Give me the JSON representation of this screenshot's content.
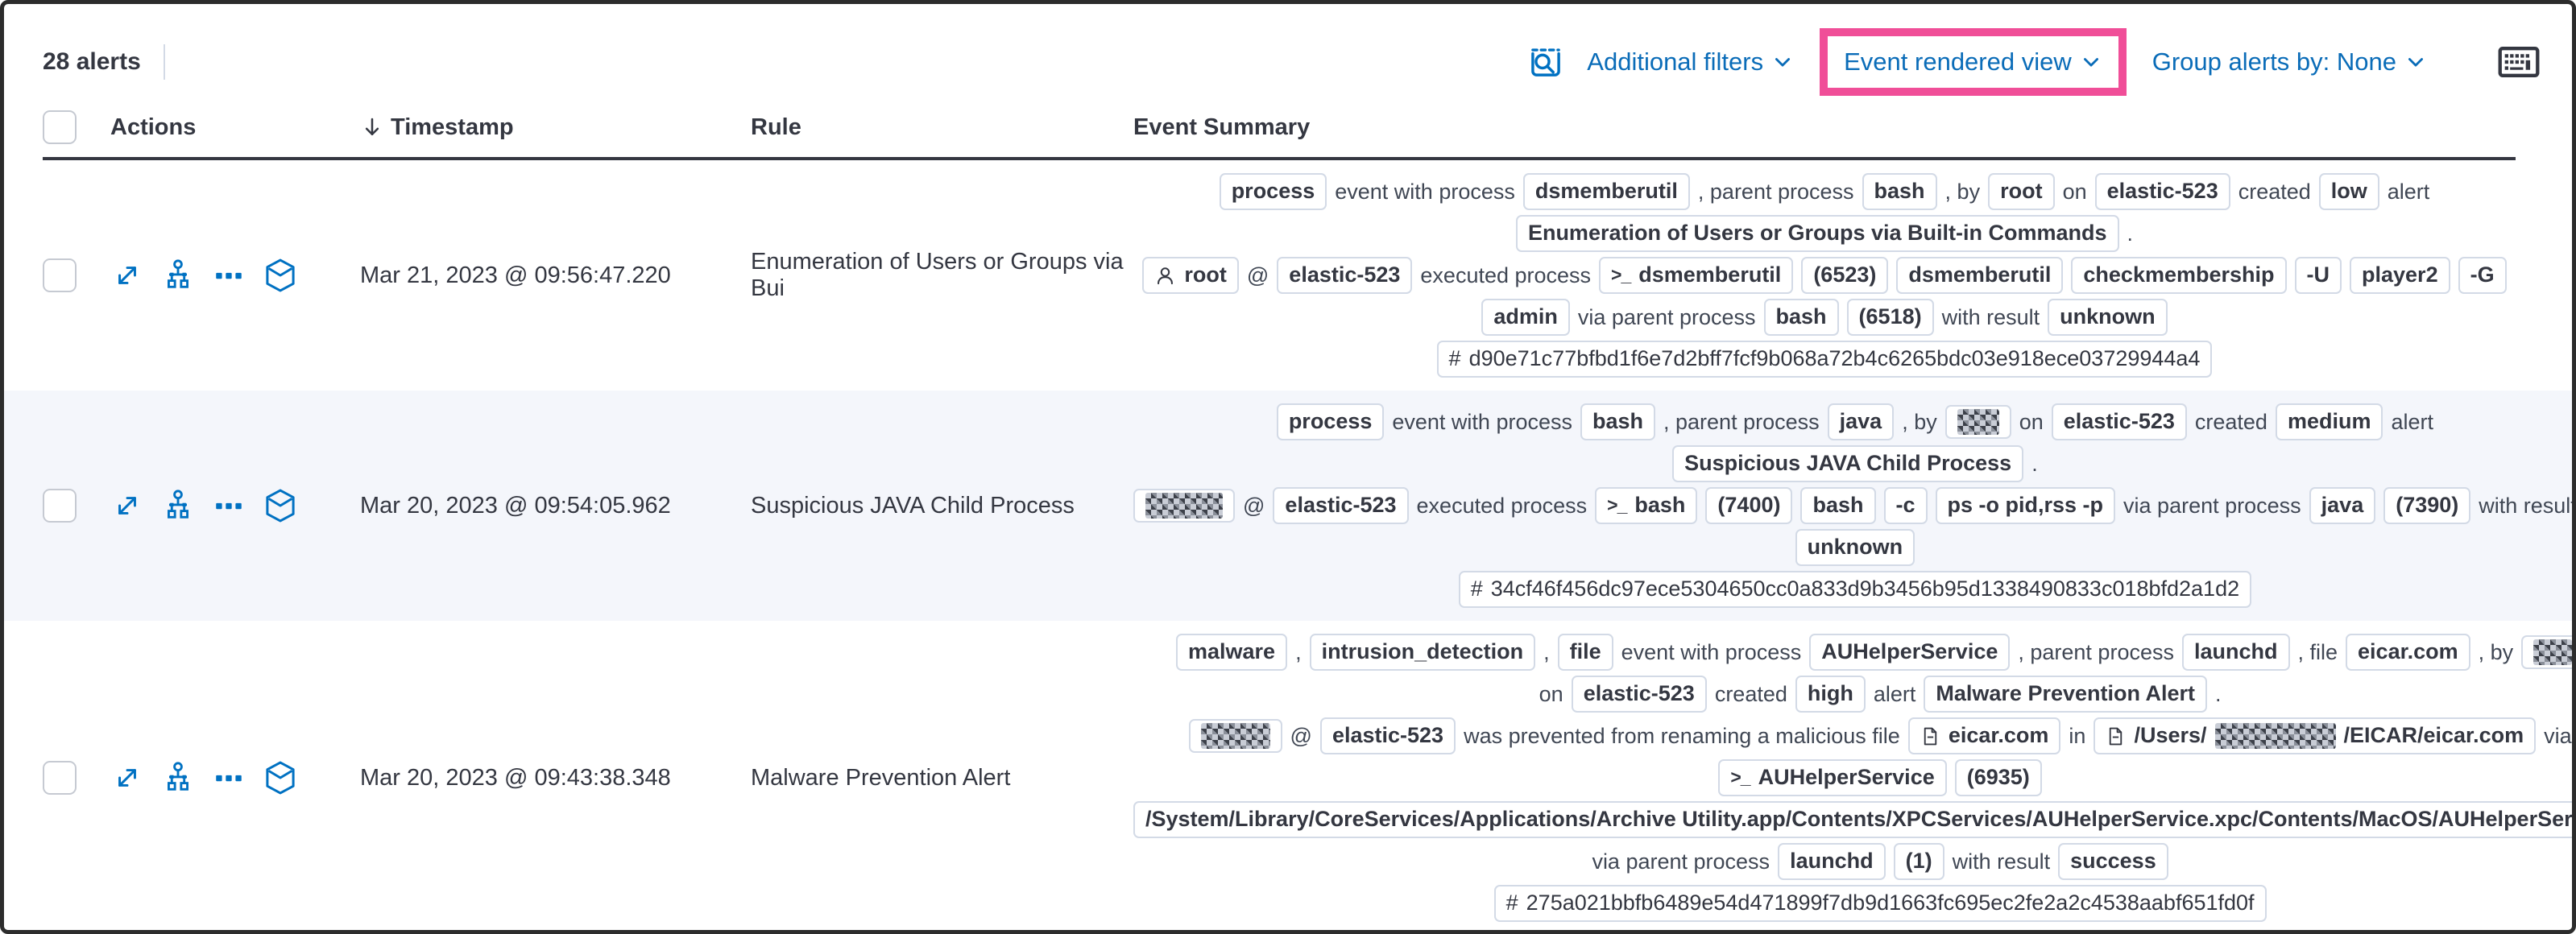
{
  "toolbar": {
    "alert_count": "28 alerts",
    "additional_filters_label": "Additional filters",
    "view_selector_label": "Event rendered view",
    "group_by_label": "Group alerts by: None"
  },
  "header": {
    "actions": "Actions",
    "timestamp": "Timestamp",
    "rule": "Rule",
    "summary": "Event Summary"
  },
  "colors": {
    "link_blue": "#0a6cb8",
    "icon_blue": "#0071c2",
    "text_dark": "#343741",
    "badge_border": "#d3dae6",
    "row_stripe": "#f4f6fb",
    "annotation_pink": "#f04e98",
    "frame_border": "#2c2c2c"
  },
  "rows": [
    {
      "timestamp": "Mar 21, 2023 @ 09:56:47.220",
      "rule": "Enumeration of Users or Groups via Bui",
      "lines": [
        [
          [
            "b",
            "process"
          ],
          [
            "t",
            "event with process"
          ],
          [
            "b",
            "dsmemberutil"
          ],
          [
            "t",
            ", parent process"
          ],
          [
            "b",
            "bash"
          ],
          [
            "t",
            ", by"
          ],
          [
            "b",
            "root"
          ],
          [
            "t",
            "on"
          ],
          [
            "b",
            "elastic-523"
          ],
          [
            "t",
            "created"
          ],
          [
            "b",
            "low"
          ],
          [
            "t",
            "alert"
          ]
        ],
        [
          [
            "b",
            "Enumeration of Users or Groups via Built-in Commands"
          ],
          [
            "t",
            "."
          ]
        ],
        [
          [
            "u",
            "root"
          ],
          [
            "t",
            "@"
          ],
          [
            "b",
            "elastic-523"
          ],
          [
            "t",
            "executed process"
          ],
          [
            "c",
            "dsmemberutil"
          ],
          [
            "b",
            "(6523)"
          ],
          [
            "b",
            "dsmemberutil"
          ],
          [
            "b",
            "checkmembership"
          ],
          [
            "b",
            "-U"
          ],
          [
            "b",
            "player2"
          ],
          [
            "b",
            "-G"
          ]
        ],
        [
          [
            "b",
            "admin"
          ],
          [
            "t",
            "via parent process"
          ],
          [
            "b",
            "bash"
          ],
          [
            "b",
            "(6518)"
          ],
          [
            "t",
            "with result"
          ],
          [
            "b",
            "unknown"
          ]
        ],
        [
          [
            "h",
            "d90e71c77bfbd1f6e7d2bff7fcf9b068a72b4c6265bdc03e918ece03729944a4"
          ]
        ]
      ]
    },
    {
      "timestamp": "Mar 20, 2023 @ 09:54:05.962",
      "rule": "Suspicious JAVA Child Process",
      "lines": [
        [
          [
            "b",
            "process"
          ],
          [
            "t",
            "event with process"
          ],
          [
            "b",
            "bash"
          ],
          [
            "t",
            ", parent process"
          ],
          [
            "b",
            "java"
          ],
          [
            "t",
            ", by"
          ],
          [
            "r",
            52
          ],
          [
            "t",
            "on"
          ],
          [
            "b",
            "elastic-523"
          ],
          [
            "t",
            "created"
          ],
          [
            "b",
            "medium"
          ],
          [
            "t",
            "alert"
          ]
        ],
        [
          [
            "b",
            "Suspicious JAVA Child Process"
          ],
          [
            "t",
            "."
          ]
        ],
        [
          [
            "r",
            96
          ],
          [
            "t",
            "@"
          ],
          [
            "b",
            "elastic-523"
          ],
          [
            "t",
            "executed process"
          ],
          [
            "c",
            "bash"
          ],
          [
            "b",
            "(7400)"
          ],
          [
            "b",
            "bash"
          ],
          [
            "b",
            "-c"
          ],
          [
            "b",
            "ps -o pid,rss -p"
          ],
          [
            "t",
            "via parent process"
          ],
          [
            "b",
            "java"
          ],
          [
            "b",
            "(7390)"
          ],
          [
            "t",
            "with result"
          ]
        ],
        [
          [
            "b",
            "unknown"
          ]
        ],
        [
          [
            "h",
            "34cf46f456dc97ece5304650cc0a833d9b3456b95d1338490833c018bfd2a1d2"
          ]
        ]
      ]
    },
    {
      "timestamp": "Mar 20, 2023 @ 09:43:38.348",
      "rule": "Malware Prevention Alert",
      "lines": [
        [
          [
            "b",
            "malware"
          ],
          [
            "t",
            ","
          ],
          [
            "b",
            "intrusion_detection"
          ],
          [
            "t",
            ","
          ],
          [
            "b",
            "file"
          ],
          [
            "t",
            "event with process"
          ],
          [
            "b",
            "AUHelperService"
          ],
          [
            "t",
            ", parent process"
          ],
          [
            "b",
            "launchd"
          ],
          [
            "t",
            ", file"
          ],
          [
            "b",
            "eicar.com"
          ],
          [
            "t",
            ", by"
          ],
          [
            "r",
            48
          ]
        ],
        [
          [
            "t",
            "on"
          ],
          [
            "b",
            "elastic-523"
          ],
          [
            "t",
            "created"
          ],
          [
            "b",
            "high"
          ],
          [
            "t",
            "alert"
          ],
          [
            "b",
            "Malware Prevention Alert"
          ],
          [
            "t",
            "."
          ]
        ],
        [
          [
            "r",
            86
          ],
          [
            "t",
            "@"
          ],
          [
            "b",
            "elastic-523"
          ],
          [
            "t",
            "was prevented from renaming a malicious file"
          ],
          [
            "f",
            "eicar.com"
          ],
          [
            "t",
            "in"
          ],
          [
            "fr",
            "/Users/",
            150,
            "/EICAR/eicar.com"
          ],
          [
            "t",
            "via"
          ]
        ],
        [
          [
            "c",
            "AUHelperService"
          ],
          [
            "b",
            "(6935)"
          ]
        ],
        [
          [
            "b",
            "/System/Library/CoreServices/Applications/Archive Utility.app/Contents/XPCServices/AUHelperService.xpc/Contents/MacOS/AUHelperService"
          ]
        ],
        [
          [
            "t",
            "via parent process"
          ],
          [
            "b",
            "launchd"
          ],
          [
            "b",
            "(1)"
          ],
          [
            "t",
            "with result"
          ],
          [
            "b",
            "success"
          ]
        ],
        [
          [
            "h",
            "275a021bbfb6489e54d471899f7db9d1663fc695ec2fe2a2c4538aabf651fd0f"
          ]
        ]
      ]
    }
  ]
}
